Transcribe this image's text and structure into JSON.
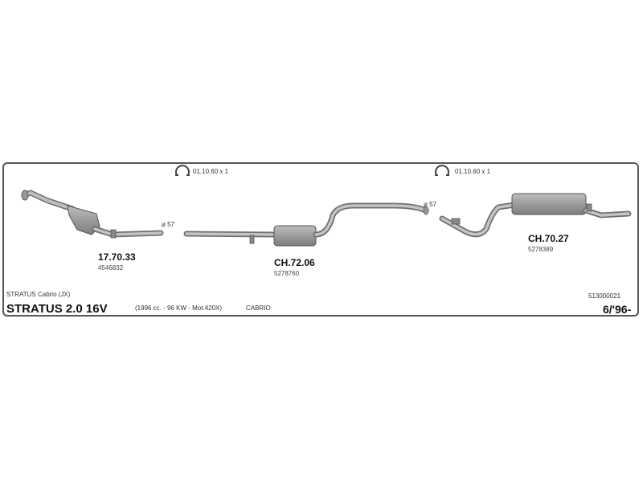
{
  "clamps": [
    {
      "label": "01.10.60 x 1",
      "icon": "clamp-icon"
    },
    {
      "label": "01.10.60 x 1",
      "icon": "clamp-icon"
    }
  ],
  "diameters": [
    "ø 57",
    "ø 57"
  ],
  "parts": [
    {
      "code": "17.70.33",
      "number": "4546832"
    },
    {
      "code": "CH.72.06",
      "number": "5278760"
    },
    {
      "code": "CH.70.27",
      "number": "5278389"
    }
  ],
  "vehicle": {
    "variant": "STRATUS Cabrio (JX)",
    "model": "STRATUS 2.0 16V",
    "spec": "(1996 cc. - 96 KW - Mot.420X)",
    "body": "CABRIO",
    "catalog_id": "513000021",
    "date": "6/'96-"
  },
  "colors": {
    "pipe_fill": "#a9a9a9",
    "pipe_stroke": "#6f6f6f",
    "border": "#555555"
  }
}
